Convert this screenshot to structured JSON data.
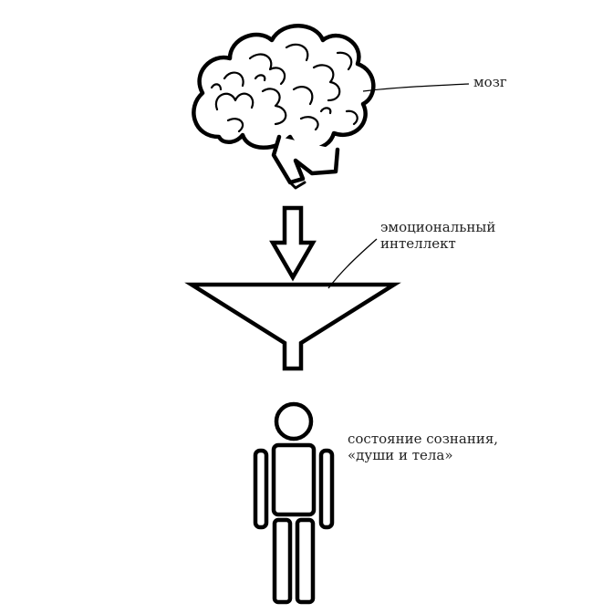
{
  "labels": {
    "brain": "мозг",
    "emotional_intellect": [
      "эмоциональный",
      "интеллект"
    ],
    "state": [
      "состояние сознания,",
      "«души и тела»"
    ]
  },
  "icons": [
    "brain-icon",
    "down-arrow-icon",
    "funnel-icon",
    "person-icon"
  ],
  "colors": {
    "ink": "#000000",
    "label_text": "#222222",
    "background": "#ffffff"
  }
}
